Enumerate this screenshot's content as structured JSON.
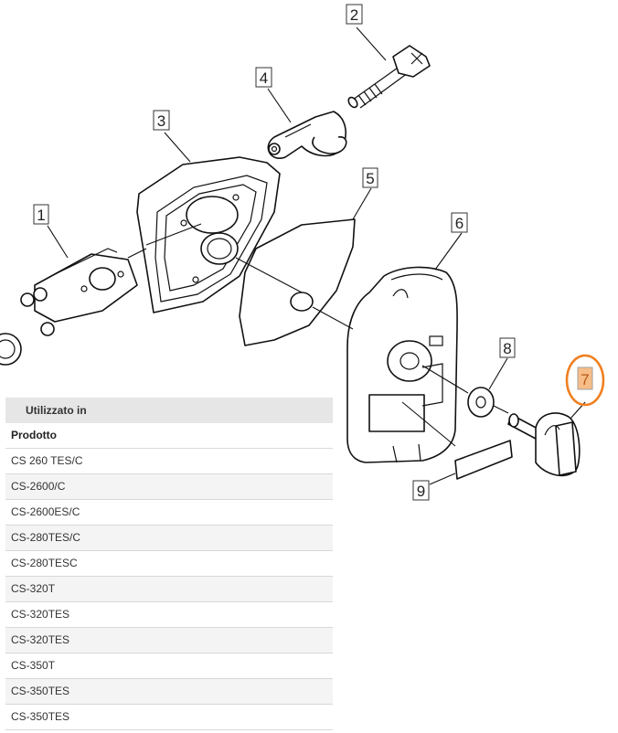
{
  "diagram": {
    "labels": [
      "1",
      "2",
      "3",
      "4",
      "5",
      "6",
      "7",
      "8",
      "9"
    ],
    "highlighted": "7",
    "highlight_color": "#f7bd88",
    "highlight_ring_color": "#f07f1f"
  },
  "usage": {
    "header": "Utilizzato in",
    "column": "Prodotto",
    "products": [
      "CS 260 TES/C",
      "CS-2600/C",
      "CS-2600ES/C",
      "CS-280TES/C",
      "CS-280TESC",
      "CS-320T",
      "CS-320TES",
      "CS-320TES",
      "CS-350T",
      "CS-350TES",
      "CS-350TES"
    ]
  }
}
